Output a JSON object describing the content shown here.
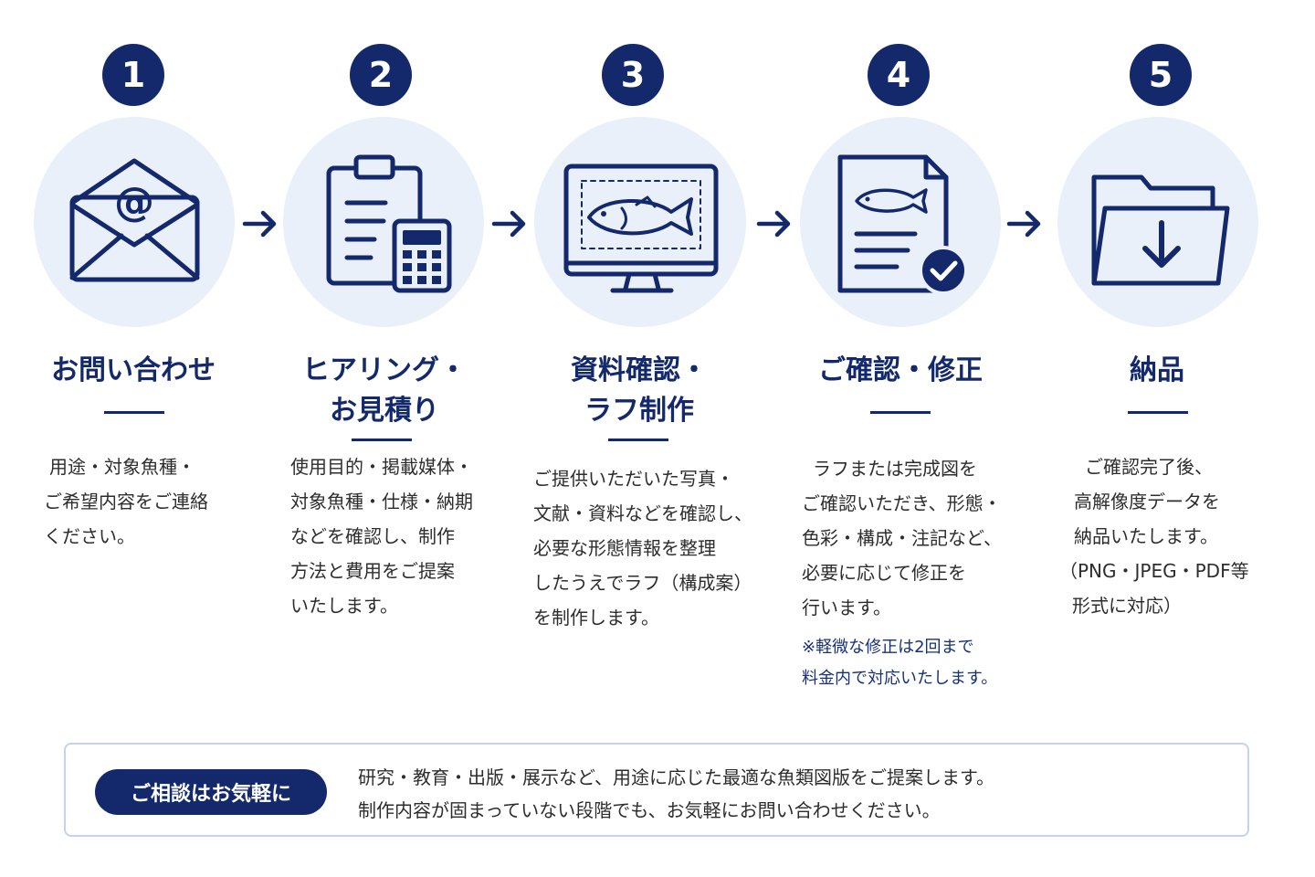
{
  "colors": {
    "navy": "#13296b",
    "bubble": "#eaf0fa",
    "footer_border": "#c6d2ea"
  },
  "steps": [
    {
      "number": "1",
      "icon": "envelope-at-icon",
      "title_lines": [
        "お問い合わせ"
      ],
      "desc_lines": [
        "用途・対象魚種・",
        "ご希望内容をご連絡",
        "ください。"
      ]
    },
    {
      "number": "2",
      "icon": "clipboard-calculator-icon",
      "title_lines": [
        "ヒアリング・",
        "お見積り"
      ],
      "desc_lines": [
        "使用目的・掲載媒体・",
        "対象魚種・仕様・納期",
        "などを確認し、制作",
        "方法と費用をご提案",
        "いたします。"
      ]
    },
    {
      "number": "3",
      "icon": "monitor-fish-icon",
      "title_lines": [
        "資料確認・",
        "ラフ制作"
      ],
      "desc_lines": [
        "ご提供いただいた写真・",
        "文献・資料などを確認し、",
        "必要な形態情報を整理",
        "したうえでラフ（構成案）",
        "を制作します。"
      ]
    },
    {
      "number": "4",
      "icon": "document-check-icon",
      "title_lines": [
        "ご確認・修正"
      ],
      "desc_lines": [
        "ラフまたは完成図を",
        "ご確認いただき、形態・",
        "色彩・構成・注記など、",
        "必要に応じて修正を",
        "行います。"
      ],
      "note_lines": [
        "※軽微な修正は2回まで",
        "料金内で対応いたします。"
      ]
    },
    {
      "number": "5",
      "icon": "folder-download-icon",
      "title_lines": [
        "納品"
      ],
      "desc_lines": [
        "ご確認完了後、",
        "高解像度データを",
        "納品いたします。",
        "（PNG・JPEG・PDF等",
        "形式に対応）"
      ]
    }
  ],
  "footer": {
    "badge": "ご相談はお気軽に",
    "lines": [
      "研究・教育・出版・展示など、用途に応じた最適な魚類図版をご提案します。",
      "制作内容が固まっていない段階でも、お気軽にお問い合わせください。"
    ]
  }
}
